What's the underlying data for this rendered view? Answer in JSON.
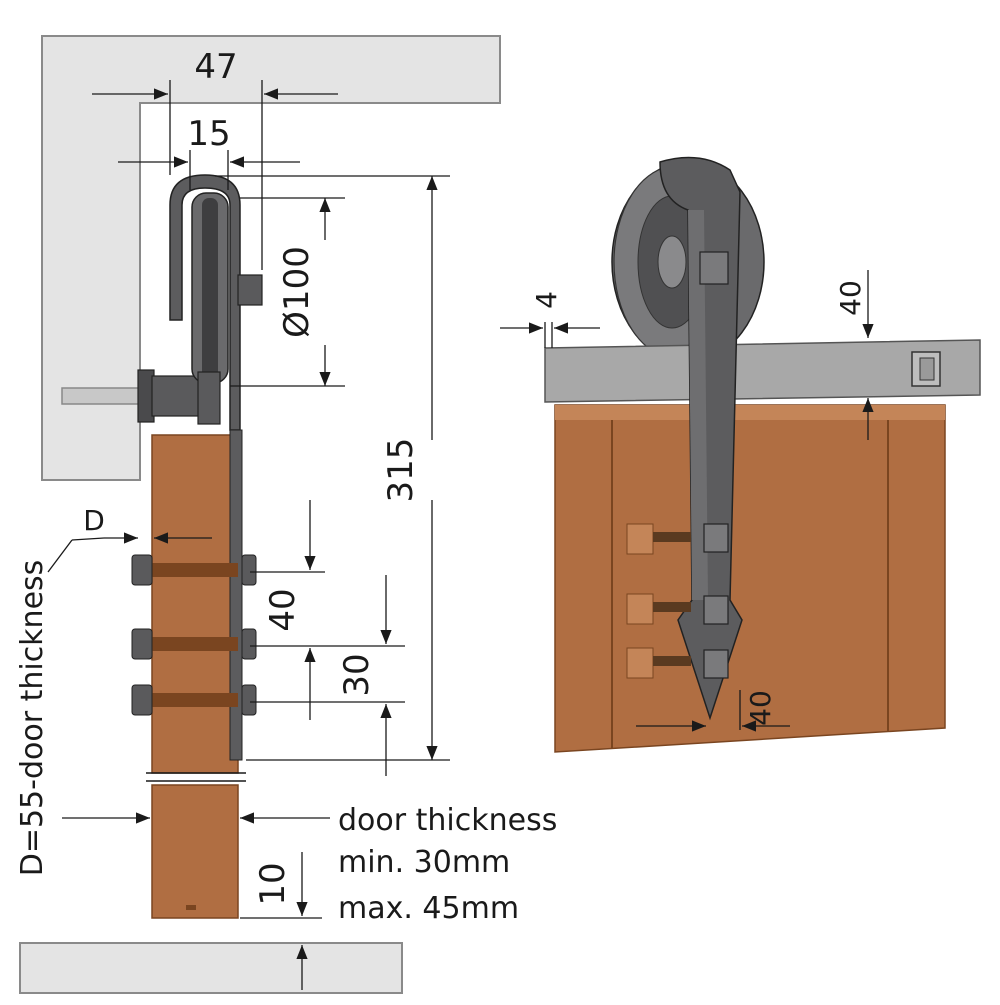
{
  "side_view": {
    "dim_top_width": "47",
    "dim_hanger_width": "15",
    "dim_wheel_diameter": "Ø100",
    "dim_total_height": "315",
    "dim_bolt_spacing_upper": "40",
    "dim_bolt_spacing_lower": "30",
    "dim_bottom_gap": "10",
    "label_d": "D",
    "label_d_formula": "D=55-door thickness"
  },
  "notes": {
    "door_thickness": "door thickness",
    "min": "min. 30mm",
    "max": "max. 45mm"
  },
  "front_view": {
    "dim_rail_thickness": "4",
    "dim_rail_height": "40",
    "dim_strap_width": "40"
  },
  "colors": {
    "wall": "#e4e4e4",
    "wall_stroke": "#8a8a8a",
    "door_wood": "#b06e42",
    "door_wood_dark": "#7a4520",
    "door_wood_light": "#c48558",
    "metal": "#5a5a5c",
    "metal_dark": "#3a3a3c",
    "rail": "#a8a8a8",
    "dim_line": "#1a1a1a"
  }
}
